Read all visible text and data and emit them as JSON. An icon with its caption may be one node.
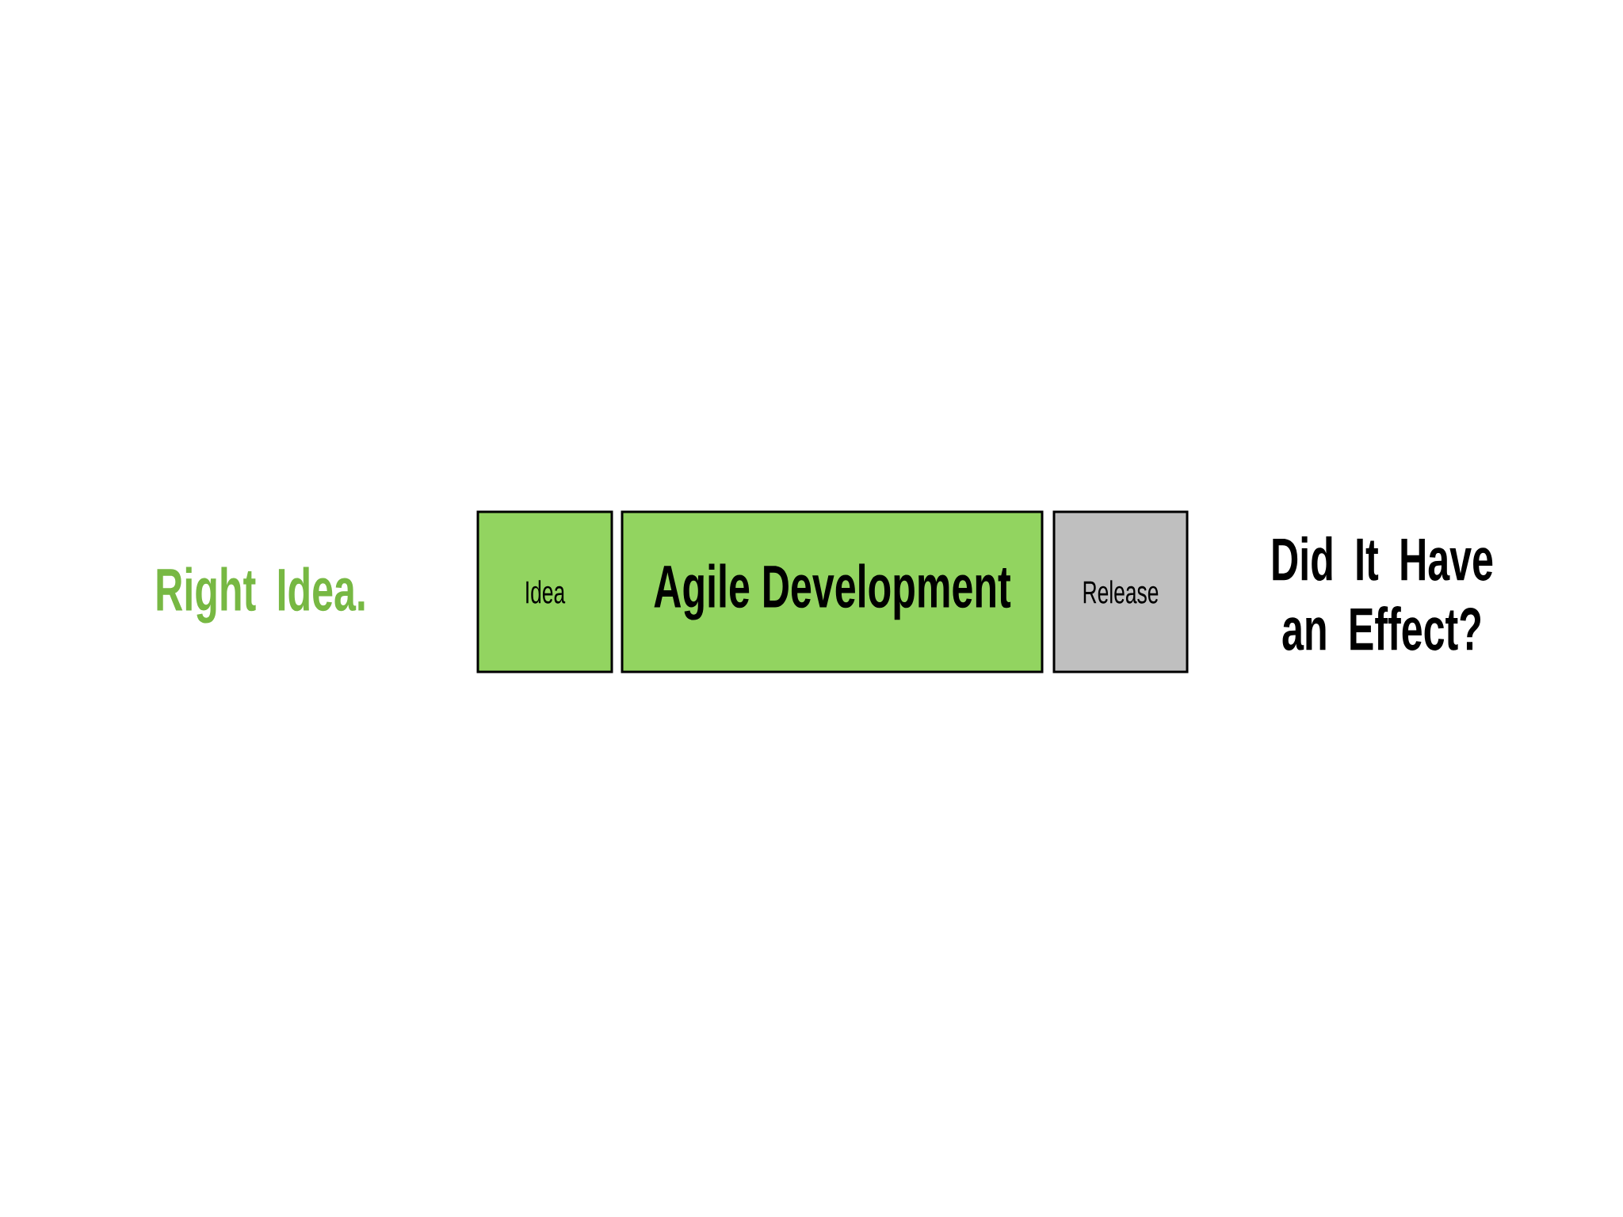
{
  "diagram": {
    "nodes": [
      {
        "text": [
          "Idea"
        ]
      },
      {
        "text": [
          "Agile Development"
        ]
      },
      {
        "text": [
          "Release"
        ]
      }
    ],
    "labels": [
      "Right Idea.",
      "Did It Have an Effect?"
    ]
  }
}
